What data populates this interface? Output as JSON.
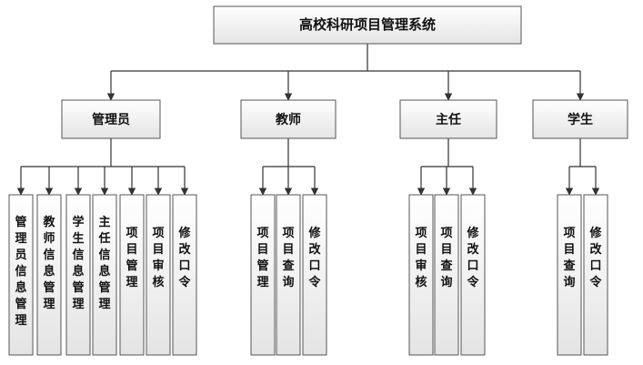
{
  "root": {
    "label": "高校科研项目管理系统"
  },
  "roles": [
    {
      "key": "admin",
      "label": "管理员",
      "modules": [
        "管理员信息管理",
        "教师信息管理",
        "学生信息管理",
        "主任信息管理",
        "项目管理",
        "项目审核",
        "修改口令"
      ]
    },
    {
      "key": "teacher",
      "label": "教师",
      "modules": [
        "项目管理",
        "项目查询",
        "修改口令"
      ]
    },
    {
      "key": "director",
      "label": "主任",
      "modules": [
        "项目审核",
        "项目查询",
        "修改口令"
      ]
    },
    {
      "key": "student",
      "label": "学生",
      "modules": [
        "项目查询",
        "修改口令"
      ]
    }
  ]
}
